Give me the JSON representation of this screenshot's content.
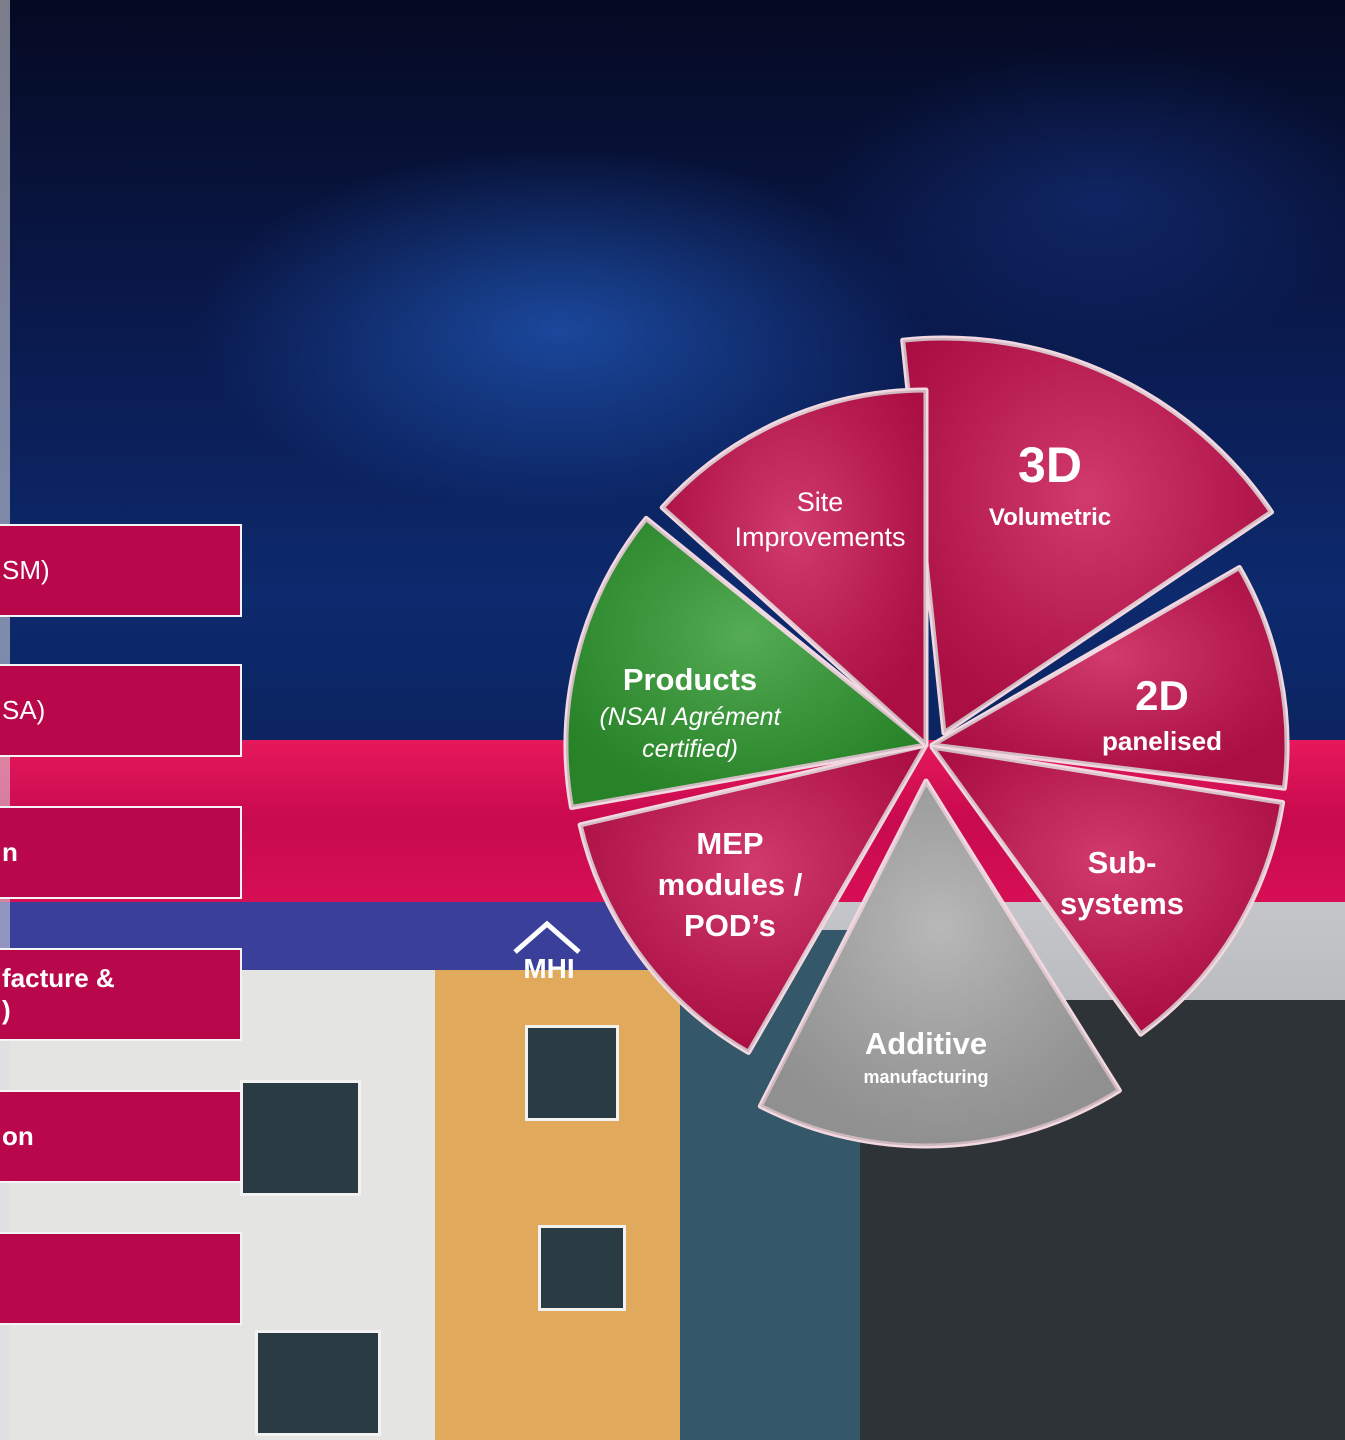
{
  "side_boxes": [
    {
      "label": "SM)",
      "bold": false
    },
    {
      "label": "SA)",
      "bold": false
    },
    {
      "label": "n",
      "bold": true
    },
    {
      "label": "facture &\n)",
      "bold": true
    },
    {
      "label": "on",
      "bold": true
    },
    {
      "label": "",
      "bold": false
    }
  ],
  "logo": {
    "text": "MHI"
  },
  "segments": [
    {
      "id": "volumetric",
      "title": "3D",
      "subtitle": "Volumetric",
      "color": "#c8104e"
    },
    {
      "id": "panelised",
      "title": "2D",
      "subtitle": "panelised",
      "color": "#c8104e"
    },
    {
      "id": "subsystems",
      "title_line1": "Sub-",
      "title_line2": "systems",
      "color": "#c8104e"
    },
    {
      "id": "additive",
      "title": "Additive",
      "subtitle": "manufacturing",
      "color": "#a9a9a9"
    },
    {
      "id": "mep",
      "line1": "MEP",
      "line2": "modules /",
      "line3": "POD’s",
      "color": "#c8104e"
    },
    {
      "id": "products",
      "title": "Products",
      "sub1": "(NSAI Agrément",
      "sub2": "certified)",
      "color": "#2f9a2f"
    },
    {
      "id": "site",
      "line1": "Site",
      "line2": "Improvements",
      "color": "#c8104e"
    }
  ],
  "colors": {
    "crimson": "#c8104e",
    "green": "#2f9a2f",
    "grey": "#a9a9a9",
    "band": "#d70f55"
  }
}
